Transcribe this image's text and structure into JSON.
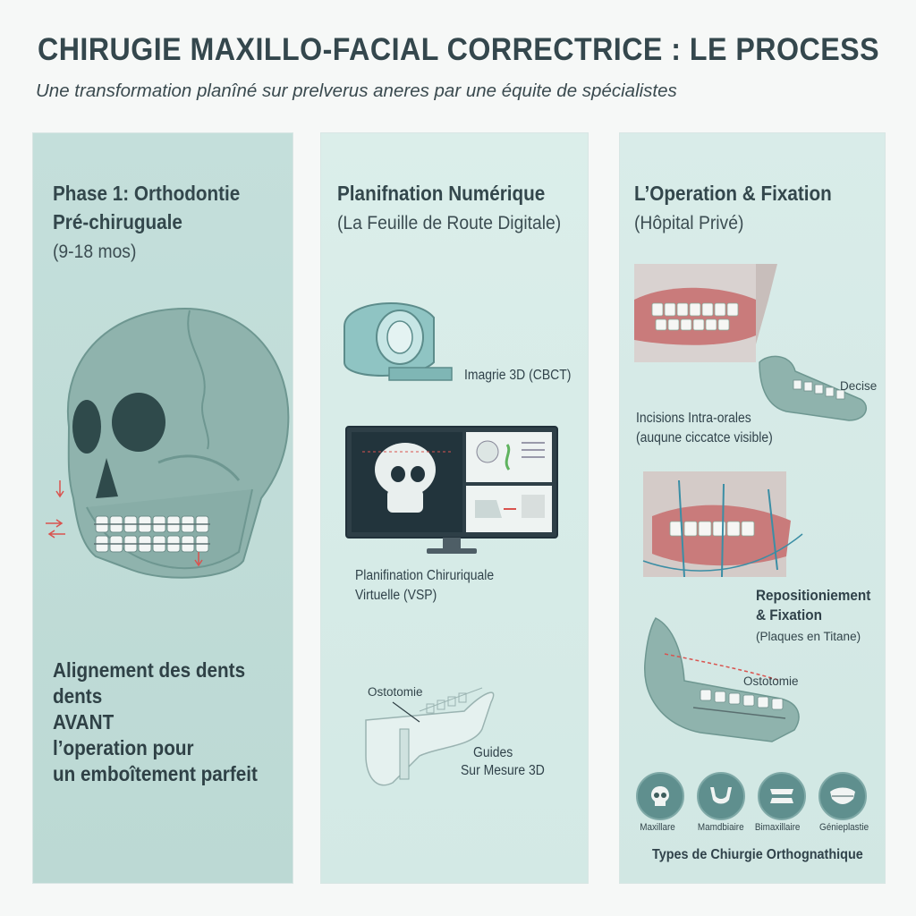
{
  "header": {
    "title": "CHIRUGIE  MAXILLO-FACIAL  CORRECTRICE : LE PROCESS",
    "subtitle": "Une transformation planîné sur prelverus aneres par une équite de spécialistes"
  },
  "panel1": {
    "heading_line1": "Phase 1: Orthodontie",
    "heading_line2": "Pré-chiruguale",
    "duration": "(9-18 mos)",
    "description": [
      "Alignement des dents",
      "dents",
      "AVANT",
      "l’operation pour",
      "un emboîtement parfeit"
    ]
  },
  "panel2": {
    "heading": "Planifnation Numérique",
    "subheading": "(La Feuille de Route Digitale)",
    "imaging_label": "Imagrie 3D (CBCT)",
    "vsp_label_line1": "Planifination Chiruriquale",
    "vsp_label_line2": "Virtuelle (VSP)",
    "osteotomy_label": "Ostotomie",
    "guides_line1": "Guides",
    "guides_line2": "Sur Mesure 3D"
  },
  "panel3": {
    "heading": "L’Operation & Fixation",
    "subheading": "(Hôpital Privé)",
    "decise_label": "Decise",
    "incisions_line1": "Incisions Intra-orales",
    "incisions_line2": "(auqune ciccatce visible)",
    "repos_line1": "Repositioniement",
    "repos_line2": "& Fixation",
    "repos_line3": "(Plaques en Titane)",
    "osteotomy_label": "Ostotomie",
    "types": [
      {
        "label": "Maxillare",
        "icon": "skull-icon"
      },
      {
        "label": "Mamdbiaire",
        "icon": "mandible-icon"
      },
      {
        "label": "Bimaxillaire",
        "icon": "bimaxillary-icon"
      },
      {
        "label": "Génieplastie",
        "icon": "chin-icon"
      }
    ],
    "types_caption": "Types de Chiurgie Orthognathique"
  },
  "colors": {
    "panel_teal": "#c6e0dc",
    "bone_teal": "#8fb3ad",
    "accent_red": "#d9534f",
    "dark_text": "#34474d"
  }
}
